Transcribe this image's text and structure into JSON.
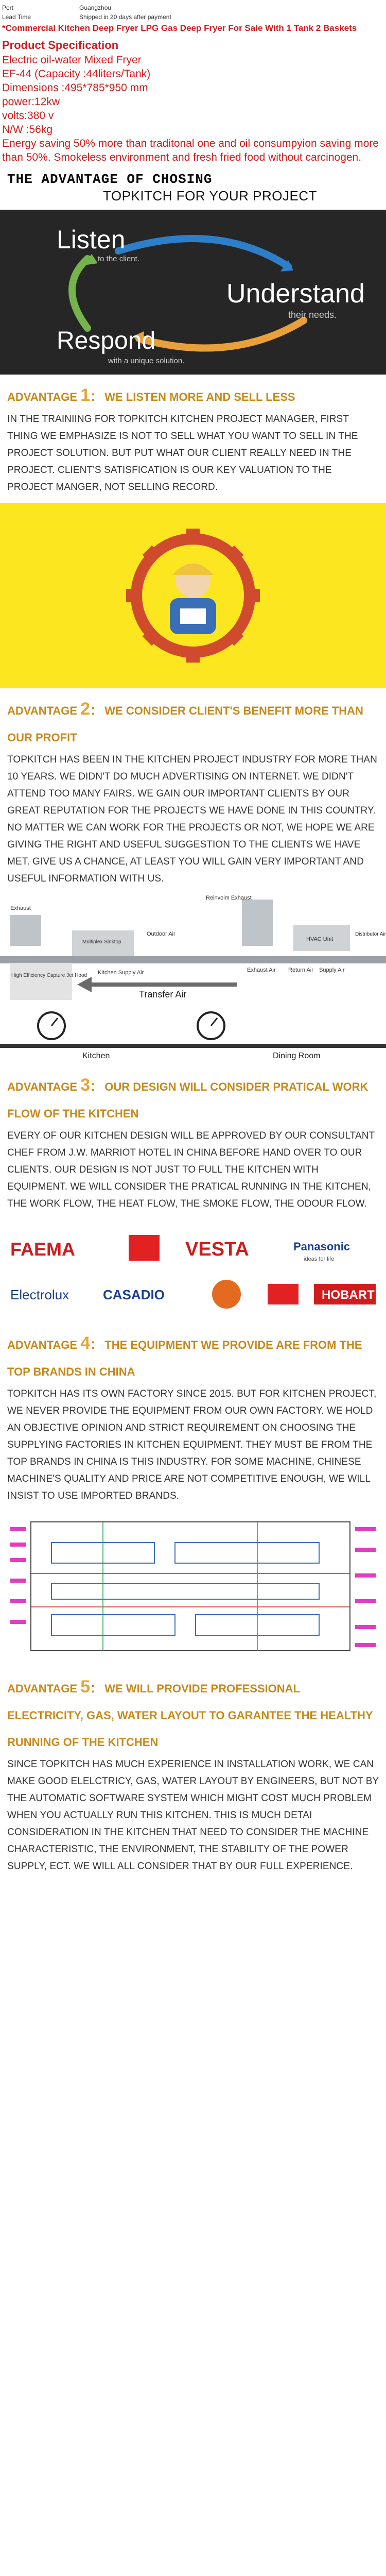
{
  "header": {
    "port_label": "Port",
    "port_value": "Guangzhou",
    "lead_label": "Lead Time",
    "lead_value": "Shipped in 20 days after payment",
    "title": "*Commercial Kitchen Deep Fryer LPG Gas Deep Fryer For Sale With 1 Tank 2 Baskets",
    "spec_heading": "Product Specification"
  },
  "specs": [
    "Electric oil-water Mixed Fryer",
    "EF-44 (Capacity :44liters/Tank)",
    "Dimensions :495*785*950 mm",
    "power:12kw",
    "volts:380 v",
    "N/W :56kg",
    "Energy saving 50% more than traditonal one and oil consumpyion saving more than 50%.  Smokeless environment and fresh fried food without carcinogen."
  ],
  "banner": {
    "title": "THE ADVANTAGE OF CHOSING",
    "subtitle": "TOPKITCH FOR YOUR PROJECT"
  },
  "hero": {
    "listen": "Listen",
    "listen_sub": "to the client.",
    "understand": "Understand",
    "understand_sub": "their needs.",
    "respond": "Respond",
    "respond_sub": "with a unique solution."
  },
  "advantages": [
    {
      "prefix": "ADVANTAGE",
      "num": "1",
      "heading": "WE LISTEN MORE AND SELL LESS",
      "body": "IN THE TRAINIING FOR TOPKITCH KITCHEN PROJECT MANAGER, FIRST THING WE EMPHASIZE IS NOT TO SELL WHAT YOU WANT TO SELL IN THE PROJECT SOLUTION. BUT PUT WHAT OUR CLIENT REALLY NEED IN THE PROJECT. CLIENT'S SATISFICATION IS OUR KEY VALUATION TO THE PROJECT MANGER, NOT SELLING RECORD."
    },
    {
      "prefix": "ADVANTAGE",
      "num": "2",
      "heading": "WE CONSIDER CLIENT'S BENEFIT MORE THAN OUR PROFIT",
      "body": "TOPKITCH HAS BEEN IN THE KITCHEN PROJECT INDUSTRY FOR MORE THAN 10 YEARS. WE DIDN'T DO MUCH ADVERTISING ON INTERNET. WE DIDN'T ATTEND TOO MANY FAIRS. WE GAIN OUR IMPORTANT CLIENTS BY OUR GREAT REPUTATION FOR THE PROJECTS WE HAVE DONE IN THIS COUNTRY. NO MATTER WE CAN WORK FOR THE PROJECTS OR NOT, WE HOPE WE ARE GIVING THE RIGHT AND USEFUL SUGGESTION TO THE CLIENTS WE HAVE MET. GIVE US A CHANCE, AT LEAST YOU WILL GAIN VERY IMPORTANT AND USEFUL INFORMATION WITH US."
    },
    {
      "prefix": "ADVANTAGE",
      "num": "3",
      "heading": "OUR DESIGN WILL CONSIDER PRATICAL WORK FLOW OF THE KITCHEN",
      "body": "EVERY OF OUR KITCHEN DESIGN WILL BE APPROVED BY OUR CONSULTANT CHEF FROM J.W. MARRIOT HOTEL IN CHINA BEFORE HAND OVER TO OUR CLIENTS. OUR DESIGN IS NOT JUST TO FULL THE KITCHEN WITH EQUIPMENT. WE WILL CONSIDER THE PRATICAL RUNNING IN THE KITCHEN, THE WORK FLOW, THE HEAT FLOW, THE SMOKE FLOW, THE ODOUR FLOW."
    },
    {
      "prefix": "ADVANTAGE",
      "num": "4",
      "heading": "THE EQUIPMENT WE PROVIDE ARE FROM THE TOP BRANDS IN CHINA",
      "body": "TOPKITCH HAS ITS OWN FACTORY SINCE 2015. BUT FOR KITCHEN PROJECT, WE NEVER PROVIDE THE EQUIPMENT FROM OUR OWN FACTORY. WE HOLD AN OBJECTIVE OPINION AND STRICT REQUIREMENT ON CHOOSING THE SUPPLYING FACTORIES IN KITCHEN EQUIPMENT. THEY MUST BE FROM THE TOP BRANDS IN CHINA IS THIS INDUSTRY. FOR SOME MACHINE, CHINESE MACHINE'S QUALITY AND PRICE ARE NOT COMPETITIVE ENOUGH, WE WILL INSIST TO USE IMPORTED BRANDS."
    },
    {
      "prefix": "ADVANTAGE",
      "num": "5",
      "heading": "WE WILL PROVIDE PROFESSIONAL ELECTRICITY, GAS, WATER LAYOUT TO GARANTEE THE HEALTHY RUNNING OF THE KITCHEN",
      "body": "SINCE TOPKITCH HAS MUCH EXPERIENCE IN INSTALLATION WORK, WE CAN MAKE GOOD ELELCTRICY, GAS, WATER LAYOUT BY ENGINEERS, BUT NOT BY THE AUTOMATIC SOFTWARE SYSTEM WHICH MIGHT COST MUCH PROBLEM WHEN YOU ACTUALLY RUN THIS KITCHEN. THIS IS MUCH DETAI CONSIDERATION IN THE KITCHEN THAT NEED TO CONSIDER THE MACHINE CHARACTERISTIC, THE ENVIRONMENT, THE STABILITY OF THE POWER SUPPLY, ECT. WE WILL ALL CONSIDER THAT BY OUR FULL EXPERIENCE."
    }
  ],
  "flow_diagram": {
    "exhaust": "Exhaust",
    "reinvoim_exhaust": "Reinvoim Exhaust",
    "outdoor_air": "Outdoor Air",
    "multiplex": "Multiplex Sinktop",
    "hvac": "HVAC Unit",
    "distributor": "Distributor Air",
    "high_efficiency": "High Efficiency Capture Jet Hood",
    "kitchen_supply": "Kitchen Supply Air",
    "exhaust_air": "Exhaust Air",
    "return_air": "Return Air",
    "supply_air": "Supply Air",
    "transfer_air": "Transfer Air",
    "kitchen": "Kitchen",
    "dining_room": "Dining Room"
  },
  "brands": {
    "faema": "FAEMA",
    "vesta": "VESTA",
    "panasonic": "Panasonic",
    "panasonic_tag": "ideas for life",
    "electrolux": "Electrolux",
    "casadio": "CASADIO",
    "hobart": "HOBART"
  },
  "colors": {
    "title_red": "#d01c1c",
    "section_gold": "#c8891a",
    "number_gold": "#e3a53a",
    "yellow_bg": "#fbe61f"
  }
}
